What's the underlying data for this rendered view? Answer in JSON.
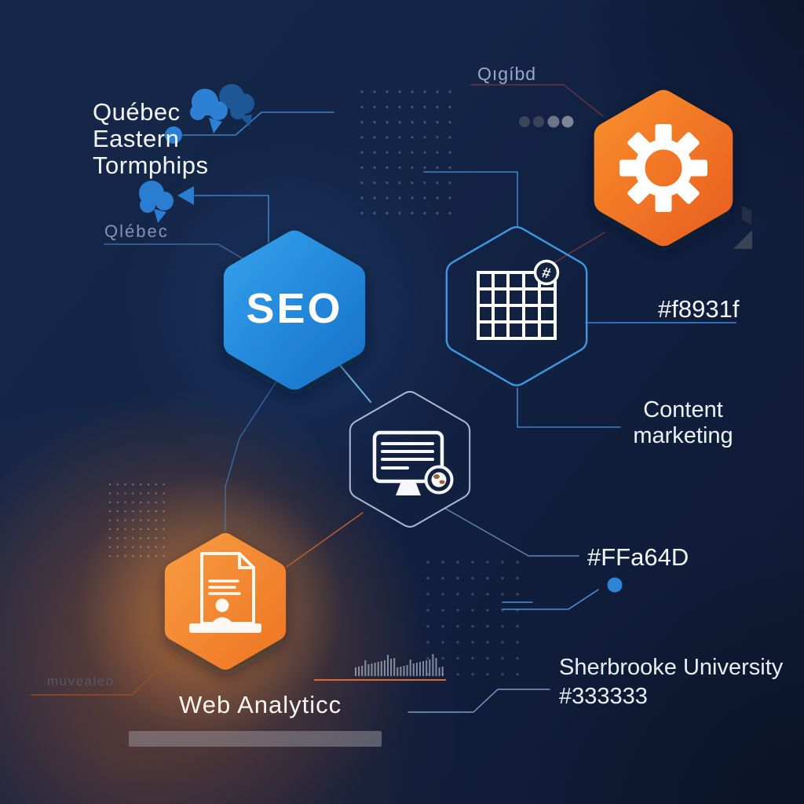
{
  "title": "SEO digital marketing infographic",
  "accent_colors": {
    "blue": "#2b8ae0",
    "orange": "#f8931f",
    "orange_light": "#FFa64D",
    "dark_gray": "#333333"
  },
  "nodes": {
    "seo": {
      "label": "SEO"
    },
    "settings": {
      "icon": "gear-icon"
    },
    "table": {
      "icon": "table-grid-icon",
      "badge": "#"
    },
    "monitor": {
      "icon": "monitor-globe-icon"
    },
    "report": {
      "icon": "report-document-icon"
    }
  },
  "labels": {
    "quebec_lines": [
      "Québec",
      "Eastern",
      "Tormphips"
    ],
    "qlebec": "Qlébec",
    "qigibd": "Qıgíbd",
    "color_f8931f": "#f8931f",
    "content_marketing_lines": [
      "Content",
      "marketing"
    ],
    "color_ffa64d": "#FFa64D",
    "sherbrooke_lines": [
      "Sherbrooke University",
      "#333333"
    ],
    "web_analytics": "Web Analyticc",
    "watermark": "muvealeo"
  },
  "icons": {
    "chat": "speech-bubbles-icon",
    "chat_small": "speech-bubble-icon",
    "arrow": "arrow-left-icon",
    "gear": "gear-icon",
    "grid": "table-grid-icon",
    "monitor": "monitor-globe-icon",
    "document": "report-document-icon"
  }
}
